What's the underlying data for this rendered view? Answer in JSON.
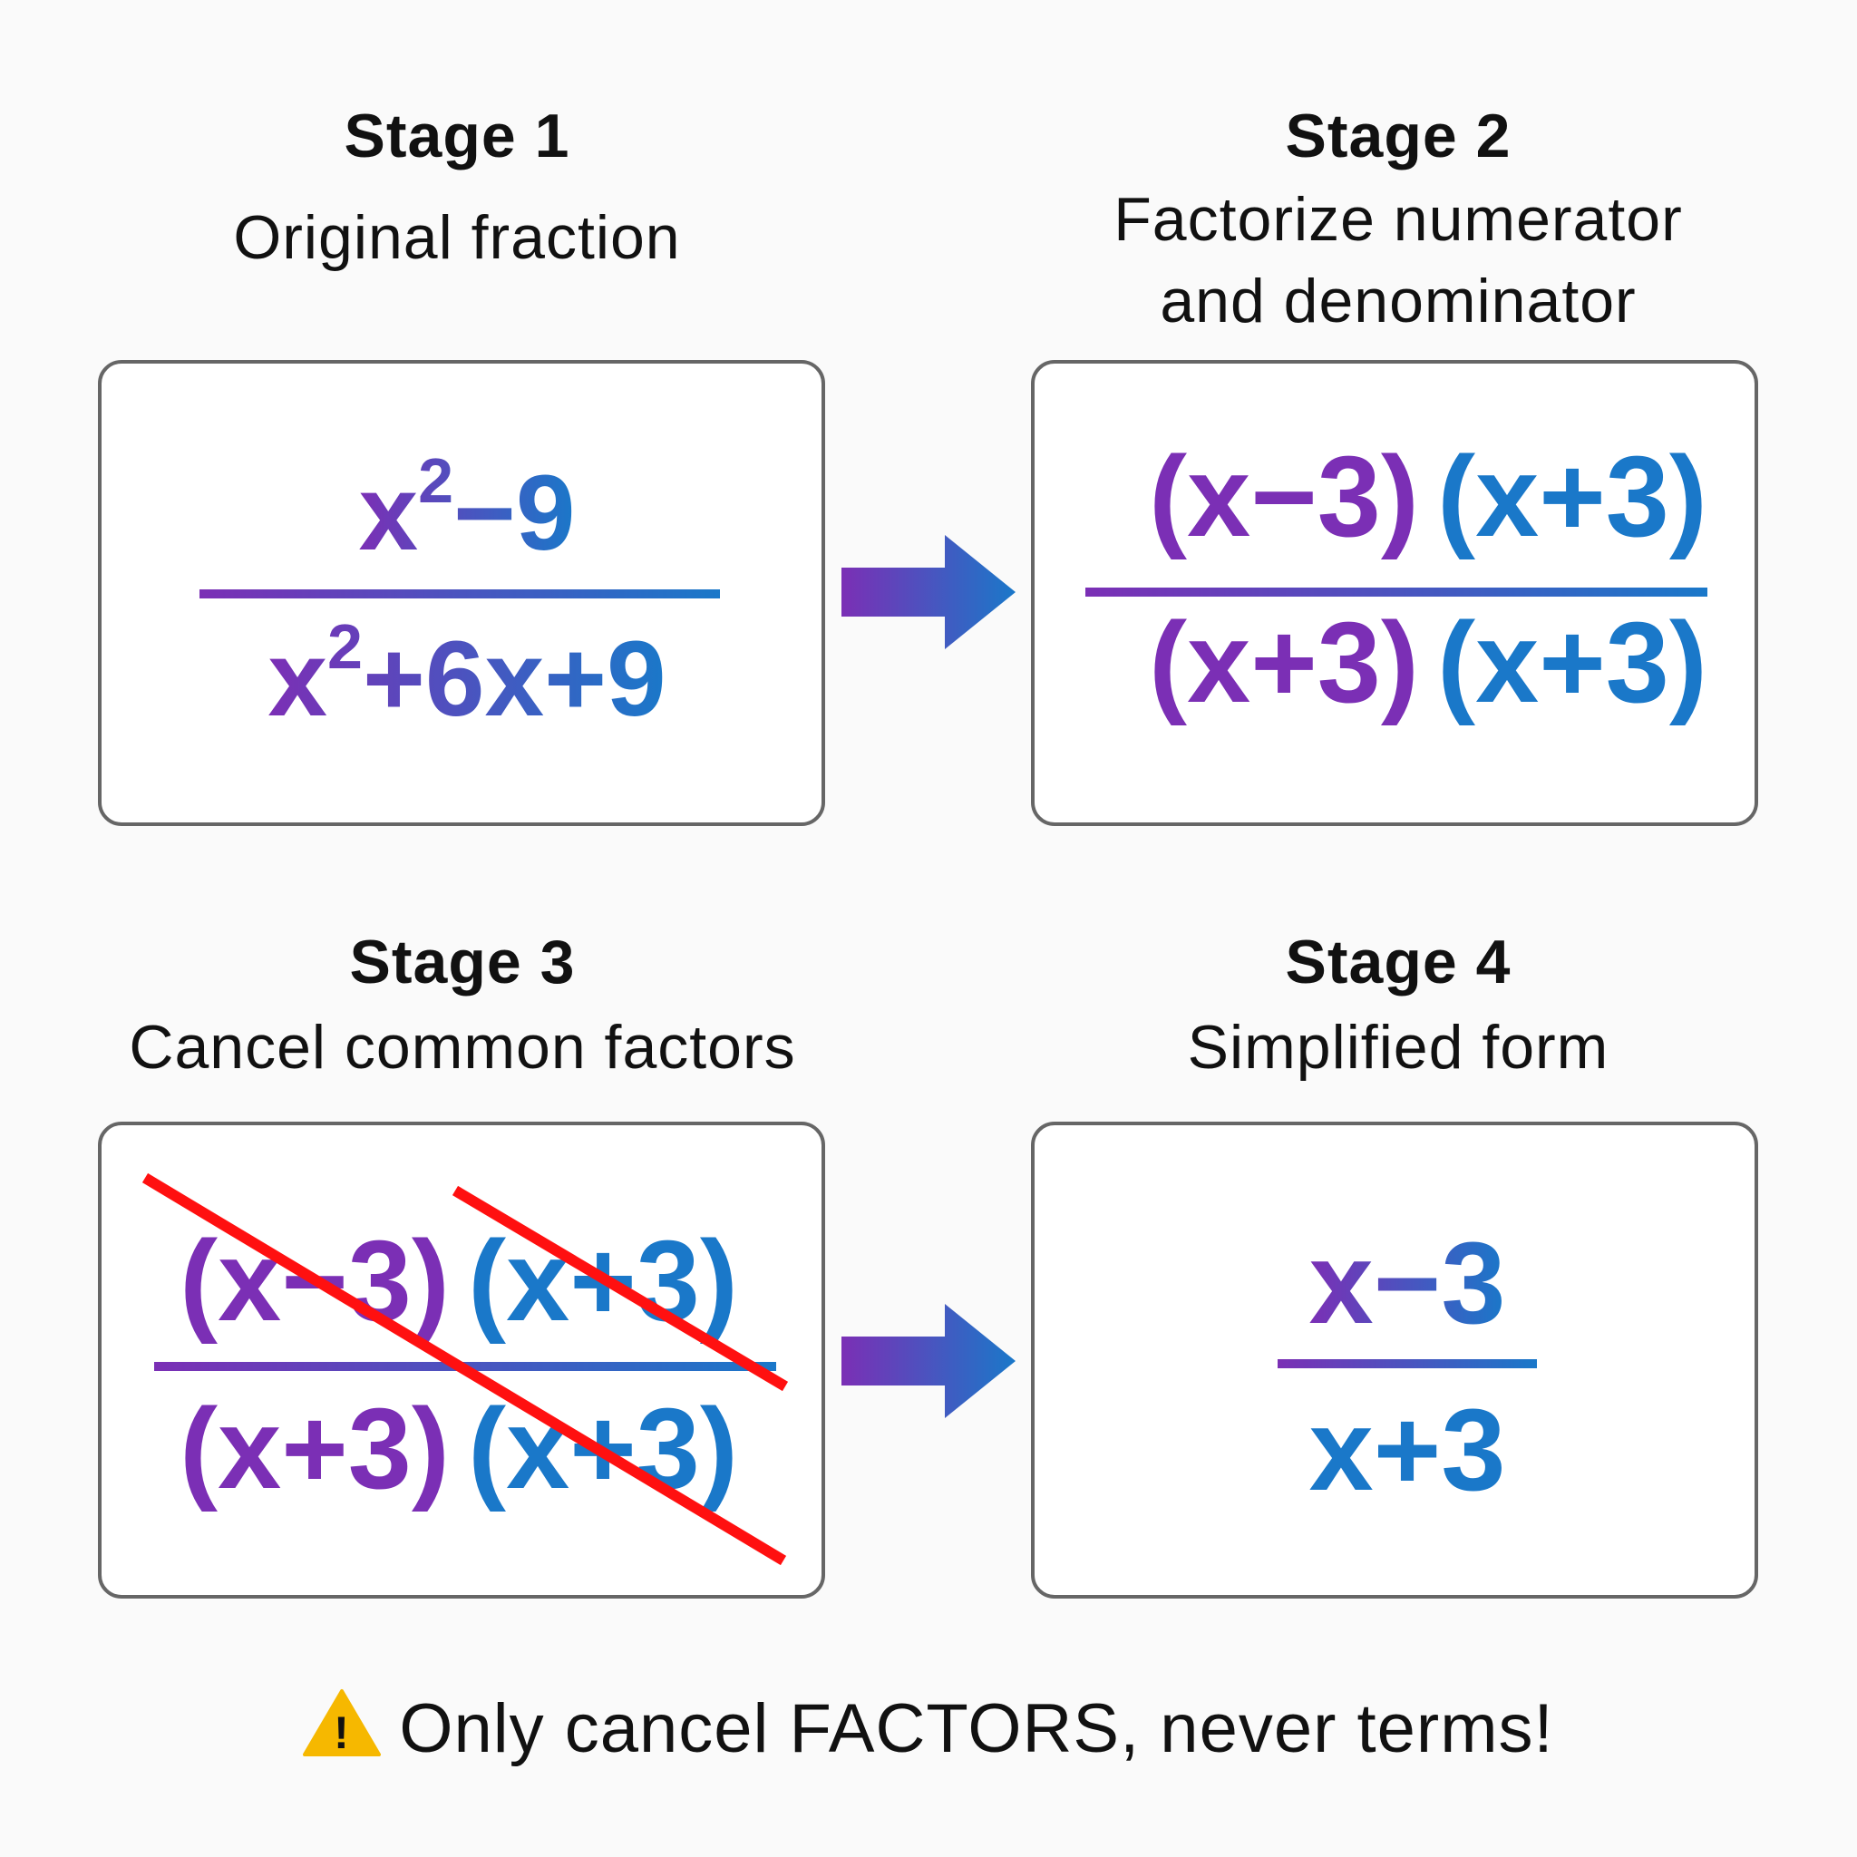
{
  "colors": {
    "purple": "#7b2fb5",
    "blue": "#1a78c9",
    "card_border": "#666666",
    "strike_red": "#ff1010",
    "warning_yellow": "#f6b800"
  },
  "stages": [
    {
      "title": "Stage 1",
      "description": [
        "Original fraction"
      ],
      "numerator": {
        "base": "x",
        "exp": "2",
        "rest": "−9"
      },
      "denominator": {
        "base": "x",
        "exp": "2",
        "rest": "+6x+9"
      }
    },
    {
      "title": "Stage 2",
      "description": [
        "Factorize numerator",
        "and denominator"
      ],
      "numerator": [
        "(x−3)",
        "(x+3)"
      ],
      "denominator": [
        "(x+3)",
        "(x+3)"
      ]
    },
    {
      "title": "Stage 3",
      "description": [
        "Cancel common factors"
      ],
      "numerator": [
        "(x−3)",
        "(x+3)"
      ],
      "denominator": [
        "(x+3)",
        "(x+3)"
      ]
    },
    {
      "title": "Stage 4",
      "description": [
        "Simplified form"
      ],
      "numerator": "x−3",
      "denominator": "x+3"
    }
  ],
  "warning": {
    "icon": "warning-triangle-icon",
    "icon_glyph": "!",
    "text": "Only cancel FACTORS, never terms!"
  },
  "arrows": [
    "right-arrow-icon",
    "right-arrow-icon"
  ]
}
